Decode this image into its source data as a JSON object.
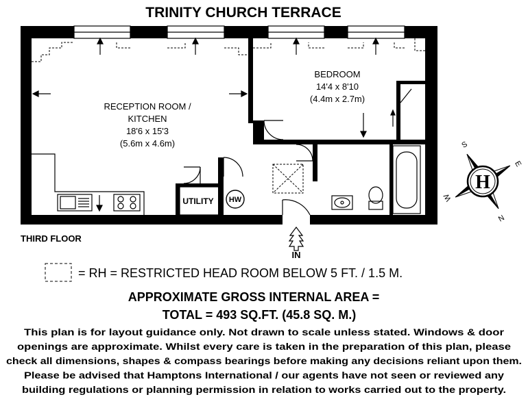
{
  "title": "TRINITY CHURCH TERRACE",
  "rooms": {
    "reception": {
      "name_line1": "RECEPTION ROOM /",
      "name_line2": "KITCHEN",
      "dim_imperial": "18'6 x 15'3",
      "dim_metric": "(5.6m x 4.6m)"
    },
    "bedroom": {
      "name": "BEDROOM",
      "dim_imperial": "14'4 x 8'10",
      "dim_metric": "(4.4m x 2.7m)"
    },
    "utility": "UTILITY",
    "hw": "HW"
  },
  "floor_label": "THIRD FLOOR",
  "entrance_label": "IN",
  "compass_letter": "H",
  "compass_points": [
    "S",
    "E",
    "W",
    "N"
  ],
  "legend_text": "= RH = RESTRICTED HEAD ROOM BELOW 5 FT. / 1.5 M.",
  "area": {
    "line1": "APPROXIMATE GROSS INTERNAL AREA =",
    "line2": "TOTAL = 493 SQ.FT. (45.8 SQ. M.)"
  },
  "disclaimer": [
    "This plan is for layout guidance only. Not drawn to scale unless stated. Windows & door",
    "openings are approximate. Whilst every care is taken in the preparation of this plan, please",
    "check all dimensions, shapes & compass bearings before making any decisions reliant upon them.",
    "Please be advised that Hamptons International / our agents have not seen or reviewed any",
    "building regulations or planning permission in relation to works carried out to the property."
  ]
}
